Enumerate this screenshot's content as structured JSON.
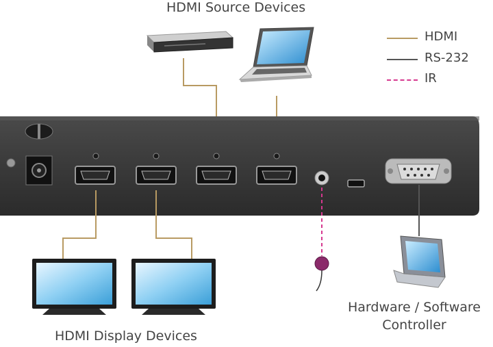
{
  "labels": {
    "source_devices": "HDMI Source Devices",
    "display_devices": "HDMI Display Devices",
    "controller_line1": "Hardware / Software",
    "controller_line2": "Controller"
  },
  "legend": [
    {
      "label": "HDMI",
      "color": "#b89a62",
      "style": "solid"
    },
    {
      "label": "RS-232",
      "color": "#555555",
      "style": "solid"
    },
    {
      "label": "IR",
      "color": "#d6388f",
      "style": "dashed"
    }
  ],
  "icons": {
    "source_1": "blu-ray-player-icon",
    "source_2": "laptop-icon",
    "display_1": "monitor-icon",
    "display_2": "monitor-icon",
    "controller": "touch-panel-icon",
    "ir_receiver": "ir-receiver-icon"
  }
}
